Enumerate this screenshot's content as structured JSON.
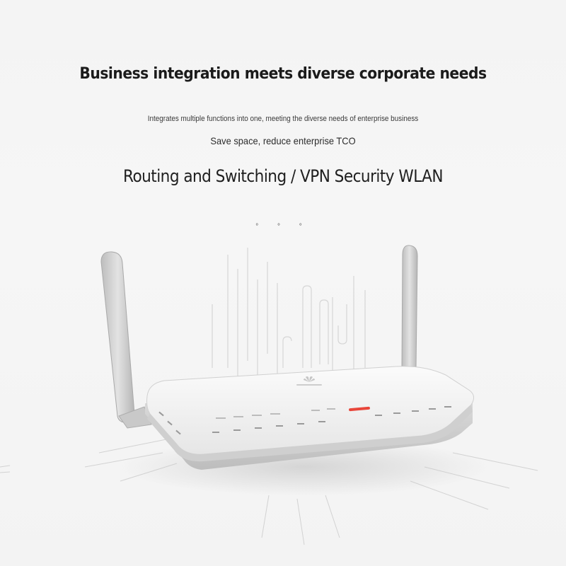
{
  "headline": "Business integration meets diverse corporate needs",
  "description": "Integrates multiple functions into one, meeting the diverse needs of enterprise business",
  "subheadline": "Save space, reduce enterprise TCO",
  "features": "Routing and Switching / VPN Security WLAN",
  "dots": "° ° °",
  "colors": {
    "background": "#f4f4f4",
    "device_body": "#f1f1f1",
    "accent_led": "#e8463a"
  },
  "icons": {
    "brand_logo": "huawei-logo-icon"
  }
}
